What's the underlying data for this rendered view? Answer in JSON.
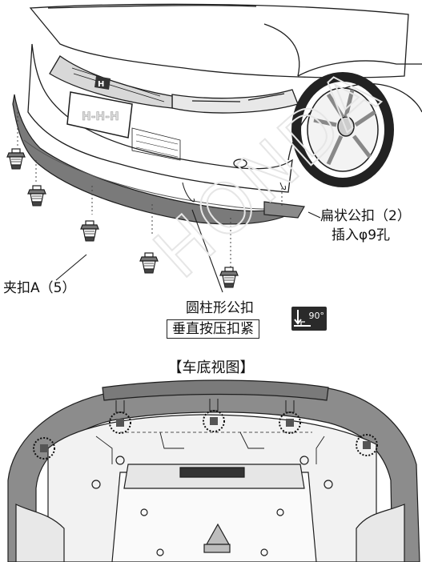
{
  "labels": {
    "fan_clip": "扁状公扣（2）",
    "insert_hole": "插入φ9孔",
    "clip_a": "夹扣A（5）",
    "cylinder_clip": "圆柱形公扣",
    "press_vertical": "垂直按压扣紧",
    "angle": "90°",
    "bottom_view_title": "【车底视图】",
    "watermark": "HONDA"
  },
  "icons": [
    "angle-90-icon",
    "clip-icon",
    "honda-logo-icon"
  ],
  "colors": {
    "line": "#1e1e1e",
    "lip": "#7a7a7a",
    "lip_bottom": "#8a8a8a",
    "badge": "#2a2a2a"
  }
}
